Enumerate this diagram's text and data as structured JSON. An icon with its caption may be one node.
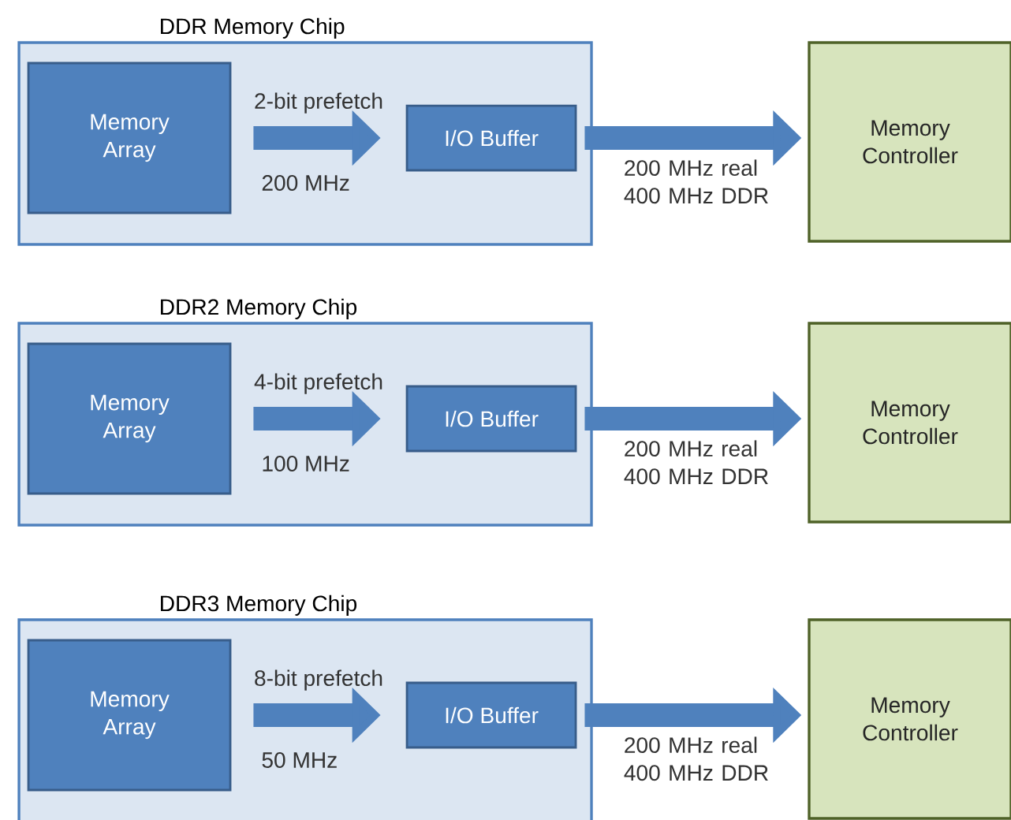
{
  "diagram": {
    "nodes": [
      {
        "text": [
          "DDR Memory Chip"
        ]
      },
      {
        "text": [
          "Memory Array"
        ],
        "in": 0
      },
      {
        "text": [
          "I/O Buffer"
        ],
        "in": 0
      },
      {
        "text": [
          "Memory Controller"
        ]
      },
      {
        "text": [
          "DDR2 Memory Chip"
        ]
      },
      {
        "text": [
          "Memory Array"
        ],
        "in": 4
      },
      {
        "text": [
          "I/O Buffer"
        ],
        "in": 4
      },
      {
        "text": [
          "Memory Controller"
        ]
      },
      {
        "text": [
          "DDR3 Memory Chip"
        ]
      },
      {
        "text": [
          "Memory Array"
        ],
        "in": 8
      },
      {
        "text": [
          "I/O Buffer"
        ],
        "in": 8
      },
      {
        "text": [
          "Memory Controller"
        ]
      }
    ],
    "edges": [
      {
        "from": 1,
        "to": 2,
        "arrow": "to",
        "label": "2-bit prefetch"
      },
      {
        "from": 2,
        "to": 3,
        "arrow": "to",
        "label": "200 MHz real 400 MHz DDR"
      },
      {
        "from": 5,
        "to": 6,
        "arrow": "to",
        "label": "4-bit prefetch"
      },
      {
        "from": 6,
        "to": 7,
        "arrow": "to",
        "label": "200 MHz real 400 MHz DDR"
      },
      {
        "from": 9,
        "to": 10,
        "arrow": "to",
        "label": "8-bit prefetch"
      },
      {
        "from": 10,
        "to": 11,
        "arrow": "to",
        "label": "200 MHz real 400 MHz DDR"
      }
    ],
    "labels": [
      "200 MHz",
      "100 MHz",
      "50 MHz"
    ]
  }
}
